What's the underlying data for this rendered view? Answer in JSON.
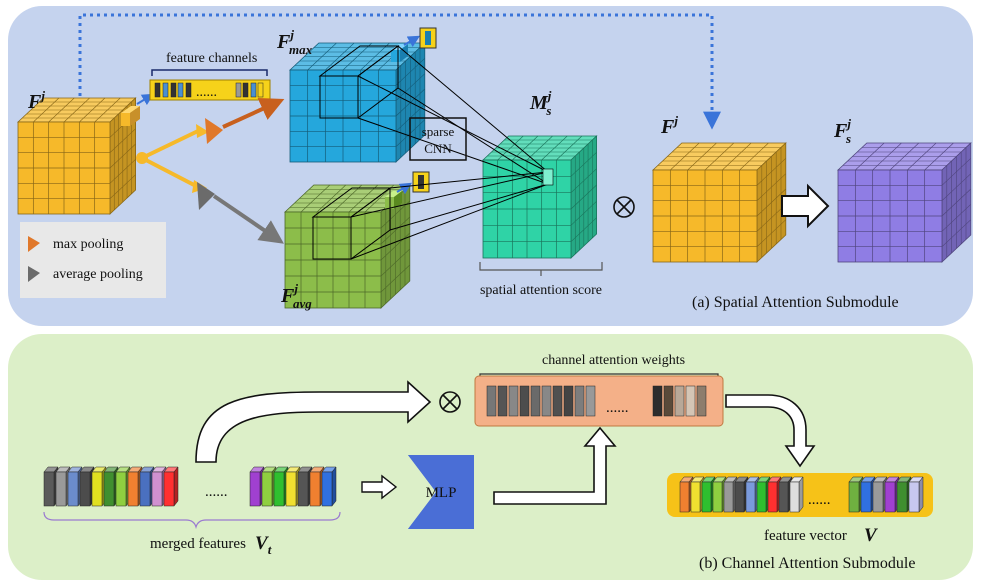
{
  "panels": {
    "spatial": {
      "caption": "(a) Spatial Attention Submodule",
      "F_in": {
        "base": "F",
        "sup": "j"
      },
      "F_max": {
        "base": "F",
        "sup": "j",
        "sub": "max"
      },
      "F_avg": {
        "base": "F",
        "sup": "j",
        "sub": "avg"
      },
      "M_s": {
        "base": "M",
        "sup": "j",
        "sub": "s"
      },
      "F_mid": {
        "base": "F",
        "sup": "j"
      },
      "F_s": {
        "base": "F",
        "sup": "j",
        "sub": "s"
      },
      "feature_channels_label": "feature channels",
      "sparse_cnn_line1": "sparse",
      "sparse_cnn_line2": "CNN",
      "spatial_score_label": "spatial attention score",
      "ellipsis": "......",
      "legend": {
        "max_pooling": "max pooling",
        "average_pooling": "average pooling"
      }
    },
    "channel": {
      "caption": "(b) Channel Attention Submodule",
      "channel_weights_label": "channel attention weights",
      "mlp_label": "MLP",
      "merged_label": "merged features",
      "V_t": {
        "base": "V",
        "sub": "t"
      },
      "feature_vector_label": "feature vector",
      "V": "V",
      "ellipsis": "......"
    }
  },
  "colors": {
    "panel_a_bg": "#c5d3ee",
    "panel_b_bg": "#dcefc8",
    "gold_cube": "#f6b92a",
    "blue_cube": "#25a7dc",
    "green_cube": "#8cbd4a",
    "teal_cube": "#2fd3a6",
    "purple_cube": "#8f7de4",
    "orange_arrow": "#e0782a",
    "gray_arrow": "#6b6b6b",
    "dotted_blue": "#3a74d9",
    "weights_bg": "#f4b088",
    "mlp_blue": "#4a6ed6"
  },
  "channel_weight_shades": [
    "#777777",
    "#555555",
    "#888888",
    "#4d4d4d",
    "#6a6a6a",
    "#888888",
    "#505050",
    "#444444",
    "#7d7d7d",
    "#999999"
  ],
  "channel_weight_shades_right": [
    "#2d2d2d",
    "#5a4a3a",
    "#b8a898",
    "#d4c5b5",
    "#8d7d6d"
  ],
  "merged_colors_left": [
    "#5a5a5a",
    "#9a9a9a",
    "#6b8ccc",
    "#4c4c4c",
    "#e0e020",
    "#3f8f2f",
    "#8fcf40",
    "#f08030",
    "#4a70c0",
    "#d090d0",
    "#ff3030"
  ],
  "merged_colors_right": [
    "#a040d0",
    "#8fcf40",
    "#2fbf2f",
    "#f0e030",
    "#555555",
    "#f08030",
    "#3070e0"
  ],
  "vector_colors_left": [
    "#f08030",
    "#f0e030",
    "#2fbf2f",
    "#8fcf40",
    "#999999",
    "#4c4c4c",
    "#7a9adc",
    "#2fbf2f",
    "#ff3030",
    "#555555",
    "#dddddd"
  ],
  "vector_colors_right": [
    "#6fb040",
    "#3070e0",
    "#9a9a9a",
    "#a040d0",
    "#3f8f2f",
    "#c8c8f0"
  ]
}
